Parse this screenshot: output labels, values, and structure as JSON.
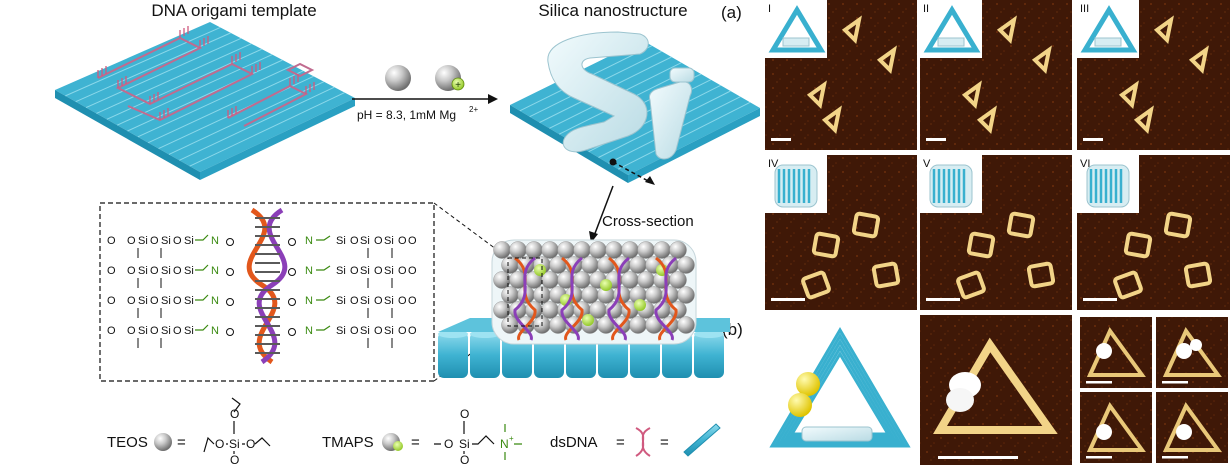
{
  "titles": {
    "template": "DNA origami template",
    "silica": "Silica nanostructure",
    "cross_section": "Cross-section"
  },
  "panel_labels": {
    "a": "(a)",
    "b": "(b)"
  },
  "reaction": {
    "condition": "pH = 8.3,  1mM Mg",
    "superscript": "2+"
  },
  "chem": {
    "O": "O",
    "Si": "Si",
    "N": "N",
    "plus": "+",
    "dash_v": "|",
    "dash_h": "—"
  },
  "legend": {
    "teos": "TEOS",
    "tmaps": "TMAPS",
    "dsdna": "dsDNA",
    "equals": "="
  },
  "afm": {
    "insets": [
      "I",
      "II",
      "III",
      "IV",
      "V",
      "VI"
    ]
  },
  "colors": {
    "origami_blue": "#4cb8d4",
    "silica_shell": "#d7edf2",
    "afm_dark": "#3a1606",
    "afm_bright": "#f2d488",
    "tmaps_green": "#b7e04a",
    "dna_orange": "#e2571c",
    "dna_purple": "#8b3fb8"
  }
}
